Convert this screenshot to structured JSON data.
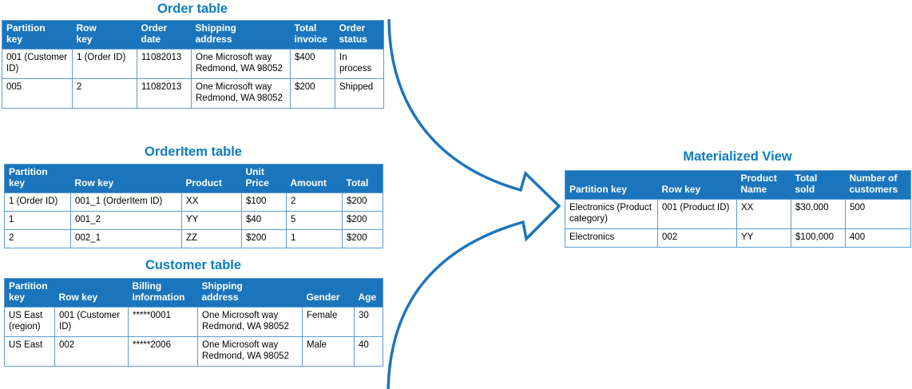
{
  "diagram": {
    "colors": {
      "header_bg": "#1b75bc",
      "header_text": "#ffffff",
      "border": "#5b9bd5",
      "title": "#0f7cc2",
      "arrow": "#1c75bc",
      "text": "#000000"
    },
    "tables": [
      {
        "id": "order",
        "title": "Order table",
        "columns": [
          "Partition\nkey",
          "Row\nkey",
          "Order\ndate",
          "Shipping\naddress",
          "Total\ninvoice",
          "Order\nstatus"
        ],
        "rows": [
          [
            "001 (Customer ID)",
            "1 (Order ID)",
            "11082013",
            "One Microsoft way Redmond, WA 98052",
            "$400",
            "In process"
          ],
          [
            "005",
            "2",
            "11082013",
            "One Microsoft way Redmond, WA 98052",
            "$200",
            "Shipped"
          ]
        ]
      },
      {
        "id": "orderitem",
        "title": "OrderItem table",
        "columns": [
          "Partition\nkey",
          "Row key",
          "Product",
          "Unit\nPrice",
          "Amount",
          "Total"
        ],
        "rows": [
          [
            "1 (Order ID)",
            "001_1 (OrderItem ID)",
            "XX",
            "$100",
            "2",
            "$200"
          ],
          [
            "1",
            "001_2",
            "YY",
            "$40",
            "5",
            "$200"
          ],
          [
            "2",
            "002_1",
            "ZZ",
            "$200",
            "1",
            "$200"
          ]
        ]
      },
      {
        "id": "customer",
        "title": "Customer table",
        "columns": [
          "Partition\nkey",
          "Row key",
          "Billing\nInformation",
          "Shipping\naddress",
          "Gender",
          "Age"
        ],
        "rows": [
          [
            "US East (region)",
            "001 (Customer ID)",
            "*****0001",
            "One Microsoft way Redmond, WA 98052",
            "Female",
            "30"
          ],
          [
            "US East",
            "002",
            "*****2006",
            "One Microsoft way Redmond, WA 98052",
            "Male",
            "40"
          ]
        ]
      },
      {
        "id": "materialized_view",
        "title": "Materialized View",
        "columns": [
          "Partition key",
          "Row key",
          "Product\nName",
          "Total\nsold",
          "Number of\ncustomers"
        ],
        "rows": [
          [
            "Electronics (Product category)",
            "001 (Product ID)",
            "XX",
            "$30,000",
            "500"
          ],
          [
            "Electronics",
            "002",
            "YY",
            "$100,000",
            "400"
          ]
        ]
      }
    ]
  }
}
